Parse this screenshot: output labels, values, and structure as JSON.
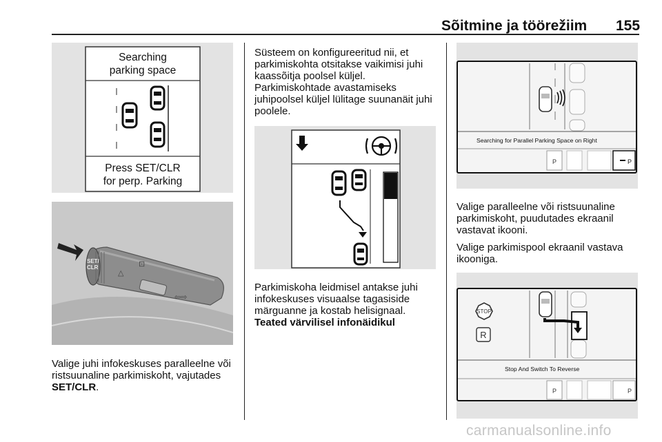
{
  "header": {
    "title": "Sõitmine ja töörežiim",
    "page_number": "155"
  },
  "col1": {
    "fig1": {
      "title_line1": "Searching",
      "title_line2": "parking space",
      "footer_line1": "Press SET/CLR",
      "footer_line2": "for perp. Parking"
    },
    "fig2": {
      "stalk_label_line1": "SET/",
      "stalk_label_line2": "CLR"
    },
    "caption_before": "Valige juhi infokeskuses paralleelne või ristsuunaline parkimiskoht, vajutades ",
    "caption_bold": "SET/CLR",
    "caption_after": "."
  },
  "col2": {
    "para1": "Süsteem on konfigureeritud nii, et parkimiskohta otsitakse vaikimisi juhi kaassõitja poolsel küljel. Parkimiskohtade avastamiseks juhipoolsel küljel lülitage suunanäit juhi poolele.",
    "para2": "Parkimiskoha leidmisel antakse juhi infokeskuses visuaalse tagasiside märguanne ja kostab helisignaal.",
    "subheading": "Teated värvilisel infonäidikul"
  },
  "col3": {
    "fig4": {
      "status_text": "Searching for Parallel Parking Space on Right",
      "parallel_label": "P",
      "perp_label": "P"
    },
    "para1": "Valige paralleelne või ristsuunaline parkimiskoht, puudutades ekraanil vastavat ikooni.",
    "para2": "Valige parkimispool ekraanil vastava ikooniga.",
    "fig5": {
      "stop_label": "STOP",
      "reverse_label": "R",
      "status_text": "Stop And Switch To Reverse",
      "parallel_label": "P",
      "perp_label": "P"
    }
  },
  "watermark": "carmanualsonline.info"
}
